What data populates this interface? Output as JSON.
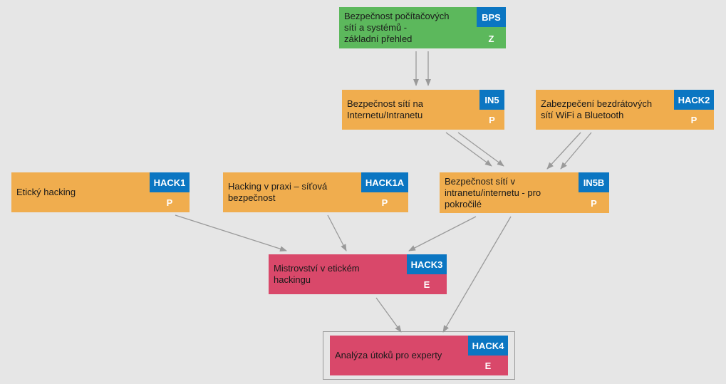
{
  "colors": {
    "background": "#e6e6e6",
    "code_badge": "#0b76c2",
    "edge": "#9a9a9a",
    "level_Z": "#5cb85c",
    "level_P": "#f0ad4e",
    "level_E": "#d9486a"
  },
  "courses": [
    {
      "id": "BPS",
      "title": "Bezpečnost počítačových\nsítí a systémů -\nzákladní přehled",
      "code": "BPS",
      "level": "Z"
    },
    {
      "id": "IN5",
      "title": "Bezpečnost sítí na\nInternetu/Intranetu",
      "code": "IN5",
      "level": "P"
    },
    {
      "id": "HACK2",
      "title": "Zabezpečení bezdrátových\nsítí WiFi a Bluetooth",
      "code": "HACK2",
      "level": "P"
    },
    {
      "id": "HACK1",
      "title": "Etický hacking",
      "code": "HACK1",
      "level": "P"
    },
    {
      "id": "HACK1A",
      "title": "Hacking v praxi – síťová\nbezpečnost",
      "code": "HACK1A",
      "level": "P"
    },
    {
      "id": "IN5B",
      "title": "Bezpečnost sítí v\nintranetu/internetu  - pro\npokročilé",
      "code": "IN5B",
      "level": "P"
    },
    {
      "id": "HACK3",
      "title": "Mistrovství v etickém\nhackingu",
      "code": "HACK3",
      "level": "E"
    },
    {
      "id": "HACK4",
      "title": "Analýza útoků pro experty",
      "code": "HACK4",
      "level": "E"
    }
  ],
  "edges": [
    [
      "BPS",
      "IN5"
    ],
    [
      "BPS",
      "IN5"
    ],
    [
      "IN5",
      "IN5B"
    ],
    [
      "IN5",
      "IN5B"
    ],
    [
      "HACK2",
      "IN5B"
    ],
    [
      "HACK2",
      "IN5B"
    ],
    [
      "HACK1",
      "HACK3"
    ],
    [
      "HACK1A",
      "HACK3"
    ],
    [
      "IN5B",
      "HACK3"
    ],
    [
      "HACK3",
      "HACK4"
    ],
    [
      "IN5B",
      "HACK4"
    ]
  ],
  "highlighted_course": "HACK4"
}
